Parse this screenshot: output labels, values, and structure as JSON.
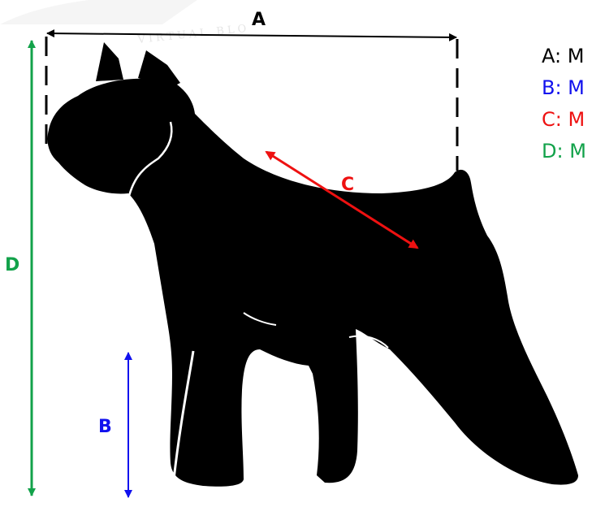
{
  "watermark": {
    "text": "VIRTUAL BLO"
  },
  "colors": {
    "a": "#000000",
    "b": "#1111ee",
    "c": "#ee1111",
    "d": "#12a24a",
    "silhouette": "#000000"
  },
  "dimensions": {
    "a_label": "A",
    "b_label": "B",
    "c_label": "C",
    "d_label": "D"
  },
  "legend": {
    "a": "A: M",
    "b": "B: M",
    "c": "C: M",
    "d": "D: M"
  }
}
